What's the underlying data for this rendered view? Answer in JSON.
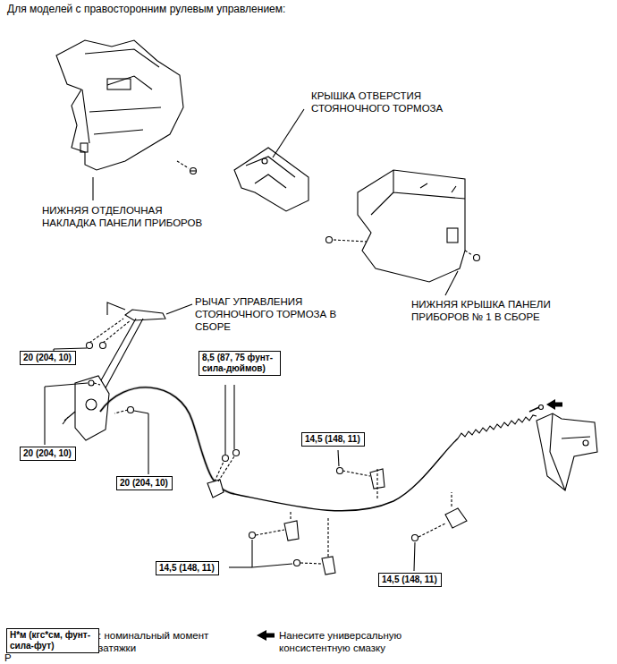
{
  "diagram": {
    "title": "Для моделей с правосторонним рулевым управлением:",
    "nodes": [
      {
        "text": [
          "20 (204, 10)"
        ]
      },
      {
        "text": [
          "8,5 (87, 75 фунт-сила-дюймов)"
        ]
      },
      {
        "text": [
          "14,5 (148, 11)"
        ]
      },
      {
        "text": [
          "20 (204, 10)"
        ]
      },
      {
        "text": [
          "20 (204, 10)"
        ]
      },
      {
        "text": [
          "14,5 (148, 11)"
        ]
      },
      {
        "text": [
          "14,5 (148, 11)"
        ]
      },
      {
        "text": [
          "Н*м (кгс*см, фунт-сила-фут)"
        ]
      }
    ],
    "edges": [],
    "labels": [
      "КРЫШКА ОТВЕРСТИЯ СТОЯНОЧНОГО ТОРМОЗА",
      "НИЖНЯЯ ОТДЕЛОЧНАЯ НАКЛАДКА ПАНЕЛИ ПРИБОРОВ",
      "РЫЧАГ УПРАВЛЕНИЯ СТОЯНОЧНОГО ТОРМОЗА В СБОРЕ",
      "НИЖНЯЯ КРЫШКА ПАНЕЛИ ПРИБОРОВ № 1 В СБОРЕ",
      "P"
    ],
    "legend": [
      {
        "text": ": номинальный момент затяжки"
      },
      {
        "text": "Нанесите универсальную консистентную смазку"
      }
    ]
  }
}
